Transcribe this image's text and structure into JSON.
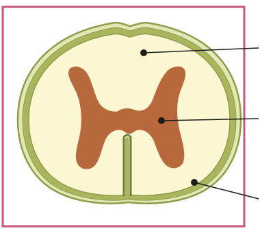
{
  "diagram": {
    "subject": "spinal-cord-cross-section",
    "colors": {
      "frame": "#c9577a",
      "background": "#ffffff",
      "outer_layer": "#8f9c4a",
      "outer_layer_light": "#e3e7b4",
      "middle_layer": "#aab55d",
      "white_matter": "#fbf7d2",
      "grey_matter": "#b8693b",
      "fissure": "#6d7d3a",
      "pointer": "#1d1d1d"
    },
    "pointers": [
      {
        "target": "white-matter"
      },
      {
        "target": "grey-matter"
      },
      {
        "target": "meninges"
      }
    ]
  }
}
